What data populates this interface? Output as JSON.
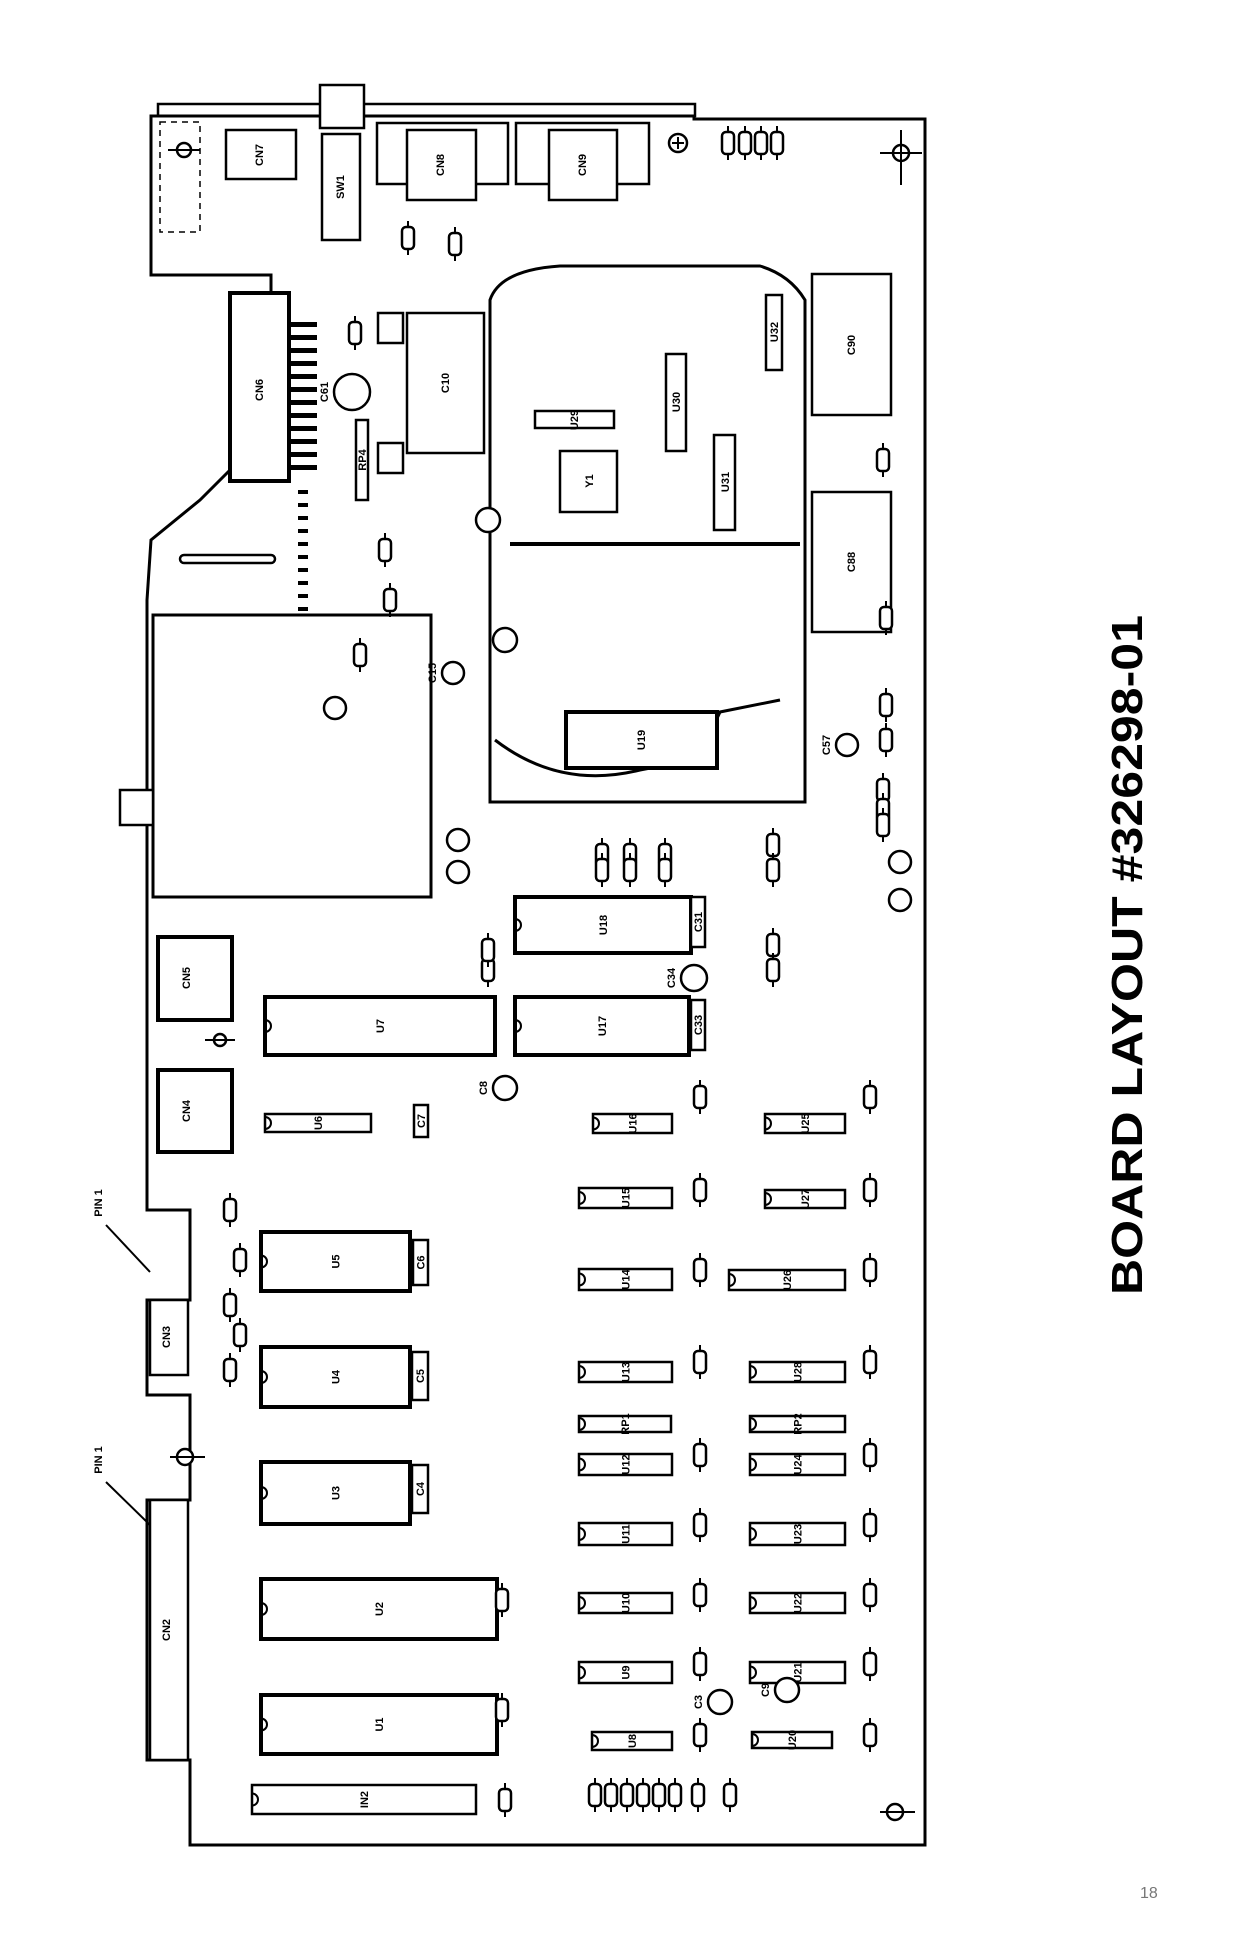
{
  "title": "BOARD LAYOUT #326298-01",
  "page_number": "18",
  "pin_labels": [
    "PIN 1",
    "PIN 1"
  ],
  "components": {
    "u1": "U1",
    "u2": "U2",
    "u3": "U3",
    "u4": "U4",
    "u5": "U5",
    "u6": "U6",
    "u7": "U7",
    "u8": "U8",
    "u9": "U9",
    "u10": "U10",
    "u11": "U11",
    "u12": "U12",
    "u13": "U13",
    "u14": "U14",
    "u15": "U15",
    "u16": "U16",
    "u17": "U17",
    "u18": "U18",
    "u19": "U19",
    "u20": "U20",
    "u21": "U21",
    "u22": "U22",
    "u23": "U23",
    "u24": "U24",
    "u25": "U25",
    "u26": "U26",
    "u27": "U27",
    "u28": "U28",
    "u29": "U29",
    "u30": "U30",
    "u31": "U31",
    "u32": "U32",
    "rp1": "RP1",
    "rp2": "RP2",
    "rp4": "RP4",
    "in2": "IN2",
    "y1": "Y1",
    "sw1": "SW1",
    "cn2": "CN2",
    "cn3": "CN3",
    "cn4": "CN4",
    "cn5": "CN5",
    "cn6": "CN6",
    "cn7": "CN7",
    "cn8": "CN8",
    "cn9": "CN9",
    "c4": "C4",
    "c5": "C5",
    "c6": "C6",
    "c7": "C7",
    "c8": "C8",
    "c10": "C10",
    "c31": "C31",
    "c33": "C33",
    "c34": "C34",
    "c88": "C88",
    "c90": "C90",
    "c61": "C61",
    "c15": "C15",
    "c57": "C57",
    "c3": "C3",
    "c9": "C9"
  }
}
